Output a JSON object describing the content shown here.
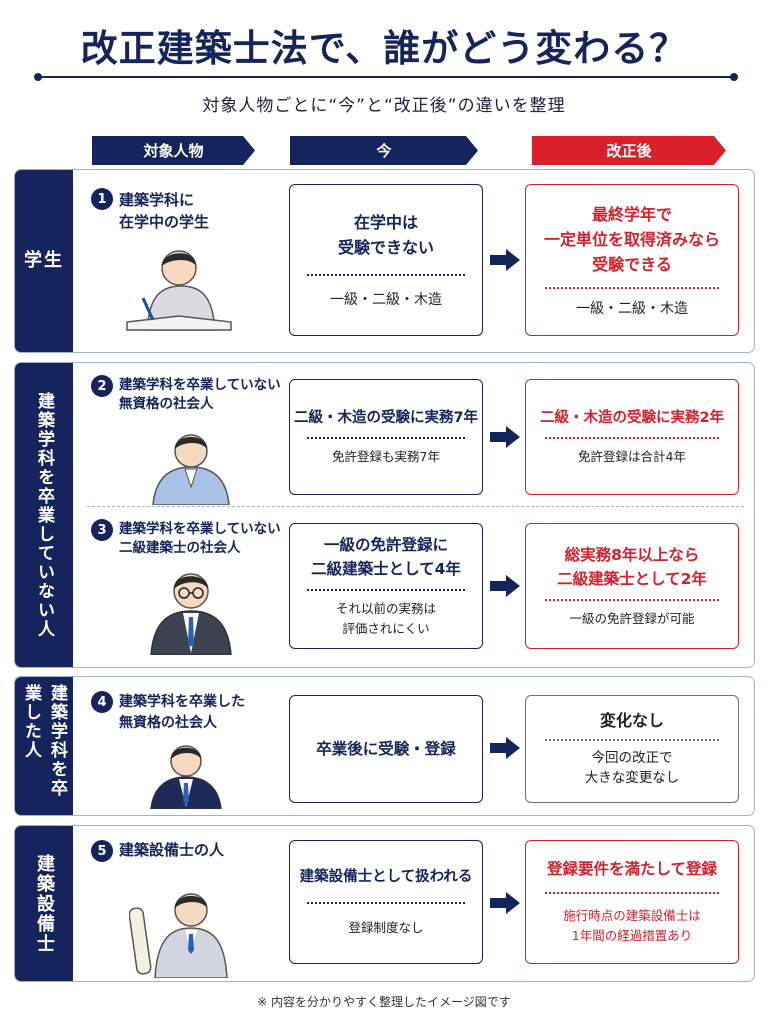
{
  "title": "改正建築士法で、誰がどう変わる？",
  "subtitle": "対象人物ごとに“今”と“改正後”の違いを整理",
  "columns": {
    "person": "対象人物",
    "now": "今",
    "after": "改正後"
  },
  "sections": [
    {
      "sidebar": "学生",
      "people": [
        {
          "num": "1",
          "label": "建築学科に\n在学中の学生",
          "now_main": "在学中は\n受験できない",
          "now_sub": "一級・二級・木造",
          "after_main": "最終学年で\n一定単位を取得済みなら\n受験できる",
          "after_sub": "一級・二級・木造"
        }
      ]
    },
    {
      "sidebar": "建築学科を卒業していない人",
      "people": [
        {
          "num": "2",
          "label": "建築学科を卒業していない\n無資格の社会人",
          "now_main": "二級・木造の受験に実務7年",
          "now_sub": "免許登録も実務7年",
          "after_main": "二級・木造の受験に実務2年",
          "after_sub": "免許登録は合計4年"
        },
        {
          "num": "3",
          "label": "建築学科を卒業していない\n二級建築士の社会人",
          "now_main": "一級の免許登録に\n二級建築士として4年",
          "now_sub": "それ以前の実務は\n評価されにくい",
          "after_main": "総実務8年以上なら\n二級建築士として2年",
          "after_sub": "一級の免許登録が可能"
        }
      ]
    },
    {
      "sidebar": "建築学科を卒業した人",
      "people": [
        {
          "num": "4",
          "label": "建築学科を卒業した\n無資格の社会人",
          "now_main": "卒業後に受験・登録",
          "now_sub": "",
          "after_main": "変化なし",
          "after_sub": "今回の改正で\n大きな変更なし"
        }
      ]
    },
    {
      "sidebar": "建築設備士",
      "people": [
        {
          "num": "5",
          "label": "建築設備士の人",
          "now_main": "建築設備士として扱われる",
          "now_sub": "登録制度なし",
          "after_main": "登録要件を満たして登録",
          "after_sub": "施行時点の建築設備士は\n1年間の経過措置あり"
        }
      ]
    }
  ],
  "footnote": "※ 内容を分かりやすく整理したイメージ図です",
  "colors": {
    "navy": "#15245c",
    "red": "#d9202a",
    "border": "#9fb2cf"
  }
}
